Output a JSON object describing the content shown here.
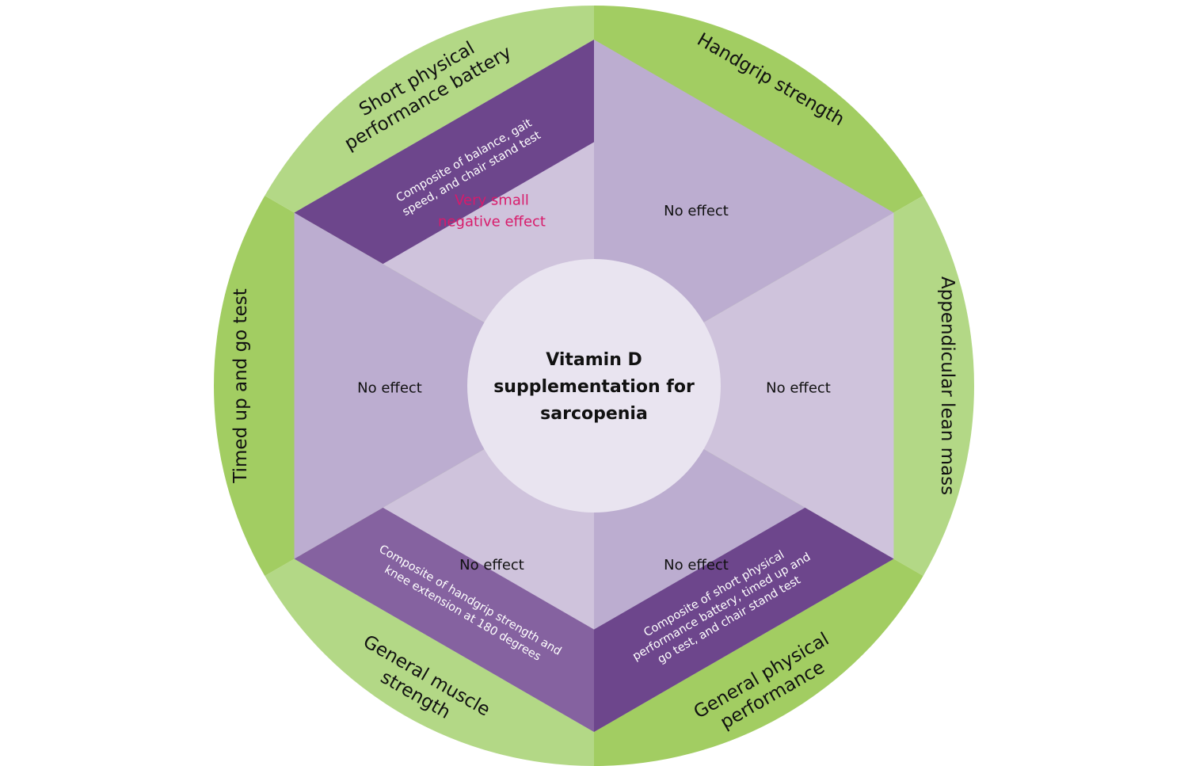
{
  "center": {
    "lines": [
      "Vitamin D",
      "supplementation for",
      "sarcopenia"
    ]
  },
  "segments": [
    {
      "id": "handgrip",
      "outcome_lines": [
        "Handgrip strength"
      ],
      "effect_lines": [
        "No effect"
      ],
      "effect_highlight": false,
      "band_lines": []
    },
    {
      "id": "appendicular",
      "outcome_lines": [
        "Appendicular lean mass"
      ],
      "effect_lines": [
        "No effect"
      ],
      "effect_highlight": false,
      "band_lines": []
    },
    {
      "id": "general-physical",
      "outcome_lines": [
        "General physical",
        "performance"
      ],
      "effect_lines": [
        "No effect"
      ],
      "effect_highlight": false,
      "band_lines": [
        "Composite of short physical",
        "performance battery, timed up and",
        "go test, and chair stand test"
      ]
    },
    {
      "id": "general-muscle",
      "outcome_lines": [
        "General muscle",
        "strength"
      ],
      "effect_lines": [
        "No effect"
      ],
      "effect_highlight": false,
      "band_lines": [
        "Composite of handgrip strength and",
        "knee extension at 180 degrees"
      ]
    },
    {
      "id": "timed-up",
      "outcome_lines": [
        "Timed up and go test"
      ],
      "effect_lines": [
        "No effect"
      ],
      "effect_highlight": false,
      "band_lines": []
    },
    {
      "id": "sppb",
      "outcome_lines": [
        "Short physical",
        "performance battery"
      ],
      "effect_lines": [
        "Very small",
        "negative effect"
      ],
      "effect_highlight": true,
      "band_lines": [
        "Composite of balance, gait",
        "speed, and chair stand test"
      ]
    }
  ],
  "colors": {
    "outer_light": "#b3d886",
    "outer_dark": "#a2cd62",
    "inner_dark": "#bcadd0",
    "inner_light": "#cfc3dc",
    "band_dark": "#6d468c",
    "band_medium": "#8562a0",
    "center_fill": "#e9e4f0",
    "highlight_text": "#d81b6b"
  }
}
